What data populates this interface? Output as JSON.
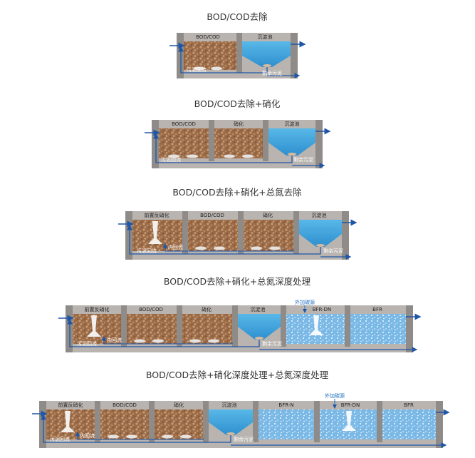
{
  "colors": {
    "wall": "#8f8b88",
    "wall_dark": "#6e6a67",
    "floor": "#b9b4b0",
    "bio": "#9a6a47",
    "clarifier": "#58b8e8",
    "bfr": "#7ab8e6",
    "arrow": "#1f56a6",
    "water_line": "#6d8fc6"
  },
  "diagram": {
    "p1": {
      "title": "BOD/COD去除",
      "tank1": "BOD/COD",
      "clarifier": "沉淀池",
      "return_sludge": "污泥回流",
      "excess_sludge": "剩余污泥"
    },
    "p2": {
      "title": "BOD/COD去除+硝化",
      "tank1": "BOD/COD",
      "tank2": "硝化",
      "clarifier": "沉淀池",
      "return_sludge": "污泥回流",
      "excess_sludge": "剩余污泥"
    },
    "p3": {
      "title": "BOD/COD去除+硝化+总氮去除",
      "tank0": "前置反硝化",
      "tank1": "BOD/COD",
      "tank2": "硝化",
      "clarifier": "沉淀池",
      "return_sludge": "污泥回流",
      "internal_return": "内回流",
      "excess_sludge": "剩余污泥"
    },
    "p4": {
      "title": "BOD/COD去除+硝化+总氮深度处理",
      "tank0": "前置反硝化",
      "tank1": "BOD/COD",
      "tank2": "硝化",
      "clarifier": "沉淀池",
      "carbon_source": "外加碳源",
      "bfr_dn": "BFR-DN",
      "bfr": "BFR",
      "return_sludge": "污泥回流",
      "internal_return": "内回流",
      "excess_sludge": "剩余污泥"
    },
    "p5": {
      "title": "BOD/COD去除+硝化深度处理+总氮深度处理",
      "tank0": "前置反硝化",
      "tank1": "BOD/COD",
      "tank2": "硝化",
      "clarifier": "沉淀池",
      "bfr_n": "BFR-N",
      "carbon_source": "外加碳源",
      "bfr_dn": "BFR-DN",
      "bfr": "BFR",
      "return_sludge": "污泥回流",
      "internal_return": "内回流",
      "excess_sludge": "剩余污泥"
    }
  }
}
